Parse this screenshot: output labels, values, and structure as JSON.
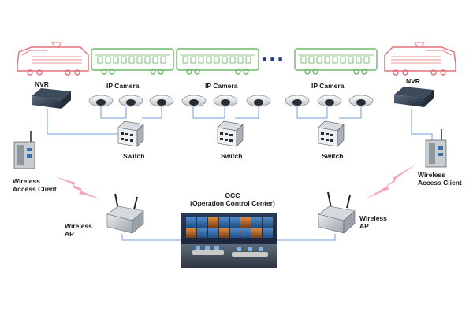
{
  "labels": {
    "nvr_left": "NVR",
    "nvr_right": "NVR",
    "ip_camera_1": "IP Camera",
    "ip_camera_2": "IP Camera",
    "ip_camera_3": "IP Camera",
    "switch_1": "Switch",
    "switch_2": "Switch",
    "switch_3": "Switch",
    "wac_left_1": "Wireless",
    "wac_left_2": "Access Client",
    "wac_right_1": "Wireless",
    "wac_right_2": "Access Client",
    "ap_left_1": "Wireless",
    "ap_left_2": "AP",
    "ap_right_1": "Wireless",
    "ap_right_2": "AP",
    "occ_title": "OCC",
    "occ_subtitle": "(Operation Control Center)",
    "ellipsis": "■ ■ ■"
  },
  "colors": {
    "locomotive": "#e0707a",
    "carriage": "#6fb86a",
    "wireless_bolt": "#f4a6c8",
    "cable": "#6f9fd8"
  }
}
